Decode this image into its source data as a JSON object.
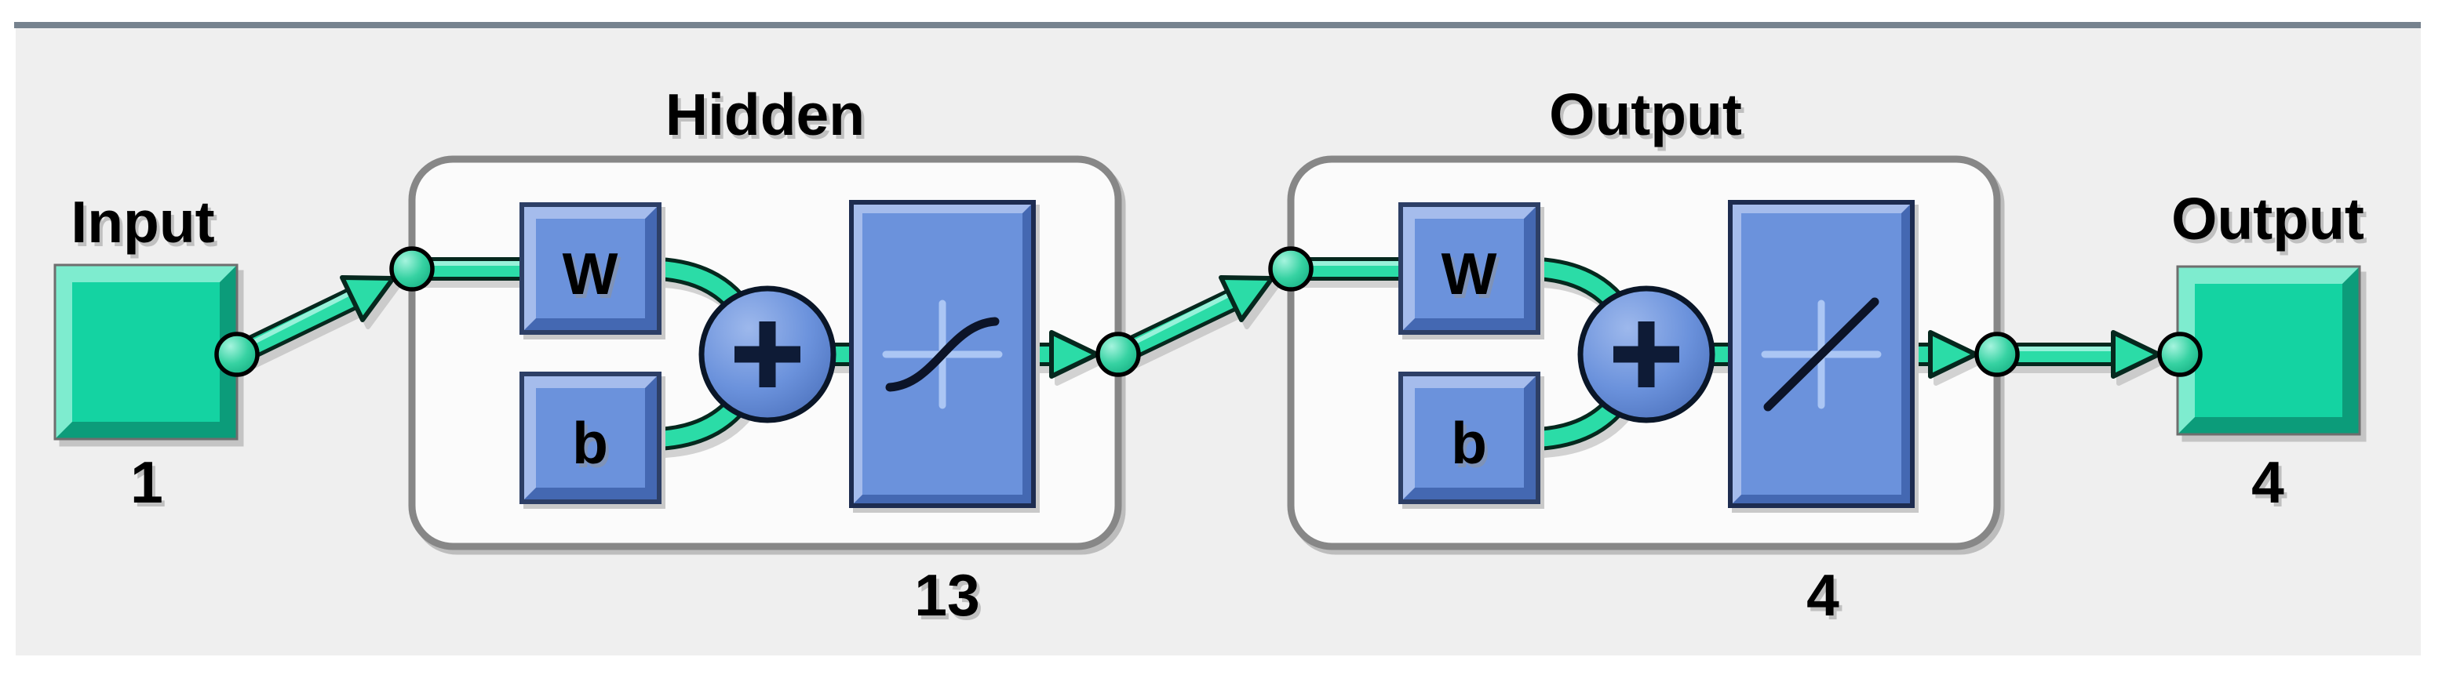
{
  "window": {
    "background": "#ffffff",
    "panel_background": "#efefef",
    "top_rule_color": "#76828e"
  },
  "network": {
    "input": {
      "label": "Input",
      "dimension": "1"
    },
    "layers": [
      {
        "title": "Hidden",
        "weight_label": "W",
        "bias_label": "b",
        "sum_symbol": "+",
        "neuron_count": "13",
        "activation_icon": "tansig-s-curve-icon"
      },
      {
        "title": "Output",
        "weight_label": "W",
        "bias_label": "b",
        "sum_symbol": "+",
        "neuron_count": "4",
        "activation_icon": "purelin-line-icon"
      }
    ],
    "output": {
      "label": "Output",
      "dimension": "4"
    }
  },
  "colors": {
    "green_block_fill": "#14d3a2",
    "green_block_light": "#7eeccf",
    "green_block_dark": "#0c9c7a",
    "wire_green": "#2bdca7",
    "blue_block_fill": "#6b92dc",
    "blue_block_light": "#a5bcec",
    "blue_block_dark": "#4468b2",
    "box_border": "#878787",
    "box_fill": "#fbfbfb",
    "text": "#000000"
  },
  "icons": {
    "sum": "plus-circle",
    "connector": "green-dot",
    "arrow": "green-triangle"
  }
}
